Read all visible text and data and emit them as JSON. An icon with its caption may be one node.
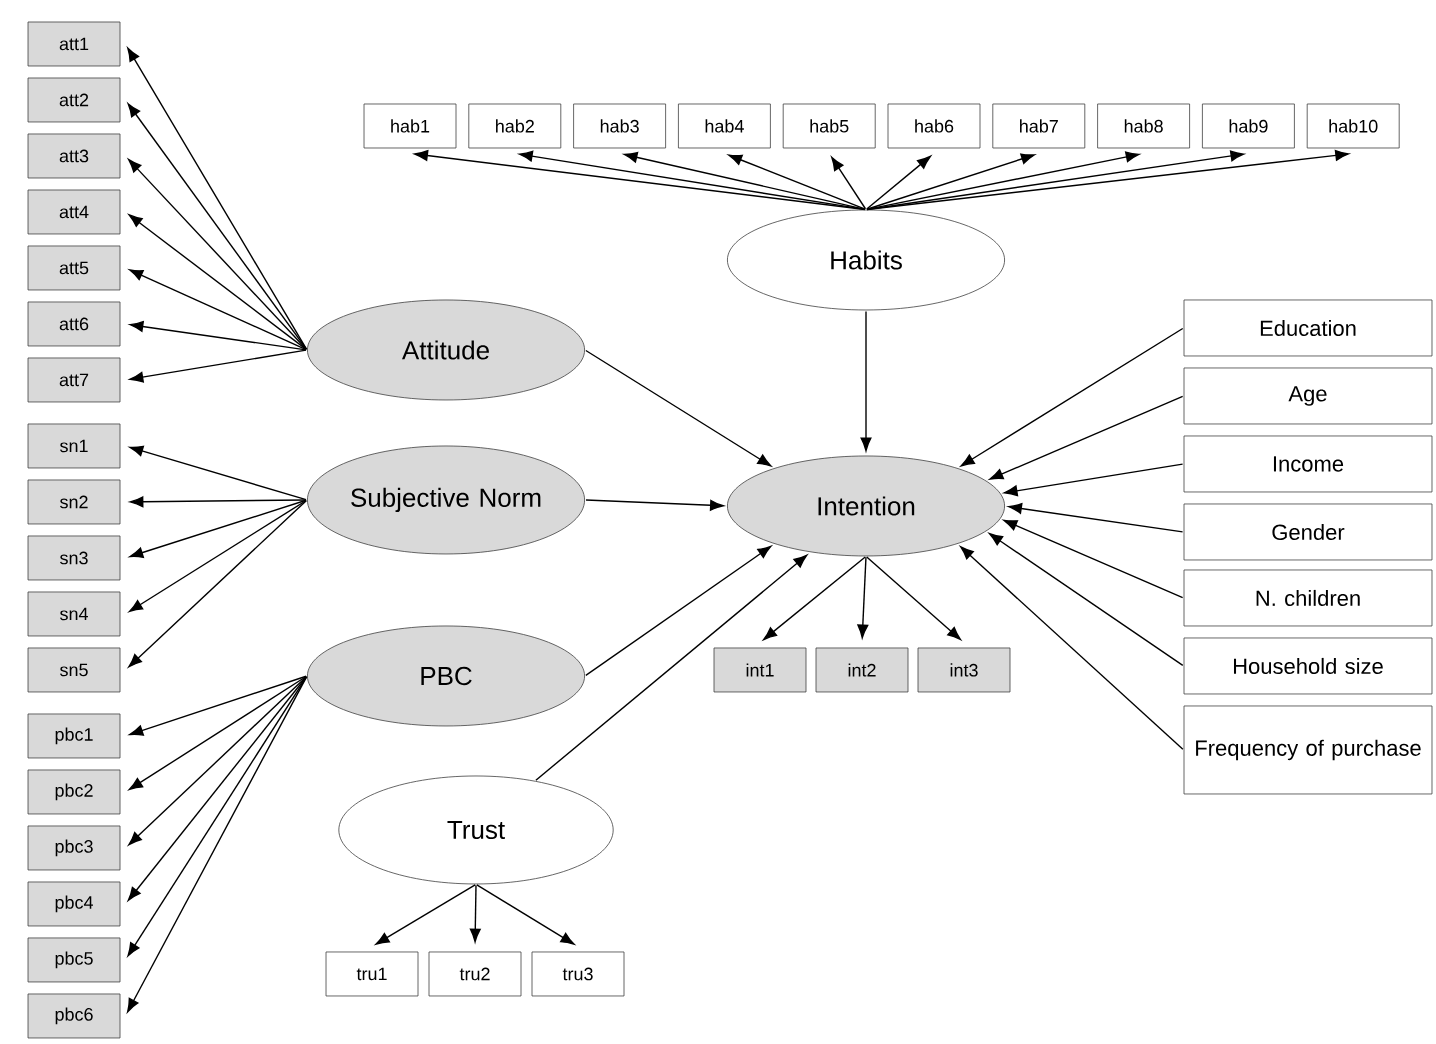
{
  "diagram": {
    "nodes": [
      {
        "text": [
          "att1"
        ]
      },
      {
        "text": [
          "att2"
        ]
      },
      {
        "text": [
          "att3"
        ]
      },
      {
        "text": [
          "att4"
        ]
      },
      {
        "text": [
          "att5"
        ]
      },
      {
        "text": [
          "att6"
        ]
      },
      {
        "text": [
          "att7"
        ]
      },
      {
        "text": [
          "sn1"
        ]
      },
      {
        "text": [
          "sn2"
        ]
      },
      {
        "text": [
          "sn3"
        ]
      },
      {
        "text": [
          "sn4"
        ]
      },
      {
        "text": [
          "sn5"
        ]
      },
      {
        "text": [
          "pbc1"
        ]
      },
      {
        "text": [
          "pbc2"
        ]
      },
      {
        "text": [
          "pbc3"
        ]
      },
      {
        "text": [
          "pbc4"
        ]
      },
      {
        "text": [
          "pbc5"
        ]
      },
      {
        "text": [
          "pbc6"
        ]
      },
      {
        "text": [
          "hab1"
        ]
      },
      {
        "text": [
          "hab2"
        ]
      },
      {
        "text": [
          "hab3"
        ]
      },
      {
        "text": [
          "hab4"
        ]
      },
      {
        "text": [
          "hab5"
        ]
      },
      {
        "text": [
          "hab6"
        ]
      },
      {
        "text": [
          "hab7"
        ]
      },
      {
        "text": [
          "hab8"
        ]
      },
      {
        "text": [
          "hab9"
        ]
      },
      {
        "text": [
          "hab10"
        ]
      },
      {
        "text": [
          "Habits"
        ]
      },
      {
        "text": [
          "Attitude"
        ]
      },
      {
        "text": [
          "Subjective Norm"
        ]
      },
      {
        "text": [
          "PBC"
        ]
      },
      {
        "text": [
          "Intention"
        ]
      },
      {
        "text": [
          "Trust"
        ]
      },
      {
        "text": [
          "int1"
        ]
      },
      {
        "text": [
          "int2"
        ]
      },
      {
        "text": [
          "int3"
        ]
      },
      {
        "text": [
          "tru1"
        ]
      },
      {
        "text": [
          "tru2"
        ]
      },
      {
        "text": [
          "tru3"
        ]
      },
      {
        "text": [
          "Education"
        ]
      },
      {
        "text": [
          "Age"
        ]
      },
      {
        "text": [
          "Income"
        ]
      },
      {
        "text": [
          "Gender"
        ]
      },
      {
        "text": [
          "N. children"
        ]
      },
      {
        "text": [
          "Household size"
        ]
      },
      {
        "text": [
          "Frequency of purchase"
        ]
      }
    ],
    "edges": [
      {
        "from": 28,
        "to": 18,
        "arrow": "to"
      },
      {
        "from": 28,
        "to": 19,
        "arrow": "to"
      },
      {
        "from": 28,
        "to": 20,
        "arrow": "to"
      },
      {
        "from": 28,
        "to": 21,
        "arrow": "to"
      },
      {
        "from": 28,
        "to": 22,
        "arrow": "to"
      },
      {
        "from": 28,
        "to": 23,
        "arrow": "to"
      },
      {
        "from": 28,
        "to": 24,
        "arrow": "to"
      },
      {
        "from": 28,
        "to": 25,
        "arrow": "to"
      },
      {
        "from": 28,
        "to": 26,
        "arrow": "to"
      },
      {
        "from": 28,
        "to": 27,
        "arrow": "to"
      },
      {
        "from": 29,
        "to": 0,
        "arrow": "to"
      },
      {
        "from": 29,
        "to": 1,
        "arrow": "to"
      },
      {
        "from": 29,
        "to": 2,
        "arrow": "to"
      },
      {
        "from": 29,
        "to": 3,
        "arrow": "to"
      },
      {
        "from": 29,
        "to": 4,
        "arrow": "to"
      },
      {
        "from": 29,
        "to": 5,
        "arrow": "to"
      },
      {
        "from": 29,
        "to": 6,
        "arrow": "to"
      },
      {
        "from": 30,
        "to": 7,
        "arrow": "to"
      },
      {
        "from": 30,
        "to": 8,
        "arrow": "to"
      },
      {
        "from": 30,
        "to": 9,
        "arrow": "to"
      },
      {
        "from": 30,
        "to": 10,
        "arrow": "to"
      },
      {
        "from": 30,
        "to": 11,
        "arrow": "to"
      },
      {
        "from": 31,
        "to": 12,
        "arrow": "to"
      },
      {
        "from": 31,
        "to": 13,
        "arrow": "to"
      },
      {
        "from": 31,
        "to": 14,
        "arrow": "to"
      },
      {
        "from": 31,
        "to": 15,
        "arrow": "to"
      },
      {
        "from": 31,
        "to": 16,
        "arrow": "to"
      },
      {
        "from": 31,
        "to": 17,
        "arrow": "to"
      },
      {
        "from": 28,
        "to": 32,
        "arrow": "to"
      },
      {
        "from": 29,
        "to": 32,
        "arrow": "to"
      },
      {
        "from": 30,
        "to": 32,
        "arrow": "to"
      },
      {
        "from": 31,
        "to": 32,
        "arrow": "to"
      },
      {
        "from": 33,
        "to": 32,
        "arrow": "to"
      },
      {
        "from": 32,
        "to": 34,
        "arrow": "to"
      },
      {
        "from": 32,
        "to": 35,
        "arrow": "to"
      },
      {
        "from": 32,
        "to": 36,
        "arrow": "to"
      },
      {
        "from": 33,
        "to": 37,
        "arrow": "to"
      },
      {
        "from": 33,
        "to": 38,
        "arrow": "to"
      },
      {
        "from": 33,
        "to": 39,
        "arrow": "to"
      },
      {
        "from": 40,
        "to": 32,
        "arrow": "to"
      },
      {
        "from": 41,
        "to": 32,
        "arrow": "to"
      },
      {
        "from": 42,
        "to": 32,
        "arrow": "to"
      },
      {
        "from": 43,
        "to": 32,
        "arrow": "to"
      },
      {
        "from": 44,
        "to": 32,
        "arrow": "to"
      },
      {
        "from": 45,
        "to": 32,
        "arrow": "to"
      },
      {
        "from": 46,
        "to": 32,
        "arrow": "to"
      }
    ]
  }
}
